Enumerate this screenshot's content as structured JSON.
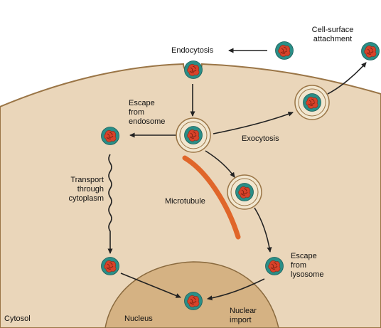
{
  "labels": {
    "cell_surface_attachment": "Cell-surface\nattachment",
    "endocytosis": "Endocytosis",
    "escape_from_endosome": "Escape\nfrom\nendosome",
    "exocytosis": "Exocytosis",
    "transport_through_cytoplasm": "Transport\nthrough\ncytoplasm",
    "microtubule": "Microtubule",
    "escape_from_lysosome": "Escape\nfrom\nlysosome",
    "nuclear_import": "Nuclear\nimport",
    "nucleus": "Nucleus",
    "cytosol": "Cytosol"
  },
  "colors": {
    "cytosol_fill": "#ead6ba",
    "membrane": "#9a7546",
    "nucleus_fill": "#d5b283",
    "particle_fill": "#2a8e87",
    "particle_core": "#d8422a",
    "vesicle_fill": "#f1e6cf",
    "microtubule": "#e0662a",
    "arrow": "#222222"
  }
}
